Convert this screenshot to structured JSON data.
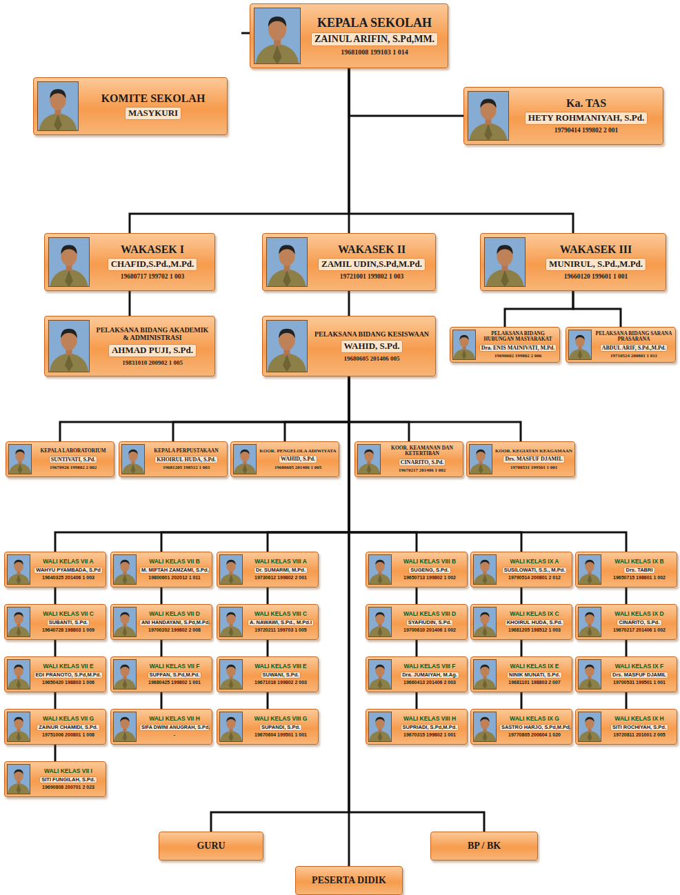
{
  "diagram": {
    "nodes": [
      {
        "text": [
          "KEPALA SEKOLAH",
          "ZAINUL ARIFIN, S.Pd,MM.",
          "19681008 199103 1 014"
        ]
      },
      {
        "text": [
          "KOMITE SEKOLAH",
          "MASYKURI"
        ]
      },
      {
        "text": [
          "Ka. TAS",
          "HETY ROHMANIYAH, S.Pd.",
          "19790414 199802 2 001"
        ]
      },
      {
        "text": [
          "WAKASEK I",
          "CHAFID,S.Pd.,M.Pd.",
          "19680717 199702 1 003"
        ]
      },
      {
        "text": [
          "WAKASEK II",
          "ZAMIL UDIN,S.Pd,M.Pd.",
          "19721001 199802 1 003"
        ]
      },
      {
        "text": [
          "WAKASEK III",
          "MUNIRUL, S.Pd.,M.Pd.",
          "19660120 199601 1 001"
        ]
      },
      {
        "text": [
          "PELAKSANA BIDANG AKADEMIK & ADMINISTRASI",
          "AHMAD PUJI, S.Pd.",
          "19831010 200902 1 005"
        ]
      },
      {
        "text": [
          "PELAKSANA BIDANG KESISWAAN",
          "WAHID, S.Pd.",
          "19680605 201406 005"
        ]
      },
      {
        "text": [
          "PELAKSANA BIDANG HUBUNGAN MASYARAKAT",
          "Dra. ENIS MAINIVATI, M.Pd.",
          "19690602 199802 2 006"
        ]
      },
      {
        "text": [
          "PELAKSANA BIDANG SARANA PRASARANA",
          "ABDUL ARIF, S.Pd.,M.Pd.",
          "19710524 200801 1 011"
        ]
      },
      {
        "text": [
          "KEPALA LABORATORIUM",
          "SUNTIVATI, S.Pd.",
          "19670926 199802 2 002"
        ]
      },
      {
        "text": [
          "KEPALA PERPUSTAKAAN",
          "KHOIRUL HUDA, S.Pd.",
          "19681205 198512 1 003"
        ]
      },
      {
        "text": [
          "KOOR. PENGELOLA ADIWIYATA",
          "WAHID, S.Pd.",
          "19680605 201406 1 005"
        ]
      },
      {
        "text": [
          "KOOR. KEAMANAN DAN KETERTIBAN",
          "CINARITO, S.Pd.",
          "19670217 201406 1 002"
        ]
      },
      {
        "text": [
          "KOOR. KEGIATAN KEAGAMAAN",
          "Drs. MASFUF DJAMIL",
          "19700531 199501 1 001"
        ]
      },
      {
        "text": [
          "WALI KELAS VII A",
          "WAHYU PYAMBADA, S.Pd",
          "19640325 201406 1 003"
        ]
      },
      {
        "text": [
          "WALI KELAS VII B",
          "M. MIFTAH ZAMZAMI, S.Pd.",
          "19800601 202012 1 011"
        ]
      },
      {
        "text": [
          "WALI KELAS VIII A",
          "Dr. SUMARMI, M.Pd.",
          "19730612 199802 2 001"
        ]
      },
      {
        "text": [
          "WALI KELAS VIII B",
          "SUGENG, S.Pd.",
          "19650713 199802 1 002"
        ]
      },
      {
        "text": [
          "WALI KELAS IX A",
          "SUSILOWATI, S.S., M.Pd.",
          "19790514 200801 2 012"
        ]
      },
      {
        "text": [
          "WALI KELAS IX B",
          "Drs. TABRI",
          "19650715 198601 1 002"
        ]
      },
      {
        "text": [
          "WALI KELAS VII C",
          "SUBANTI, S.Pd.",
          "19640728 198803 1 009"
        ]
      },
      {
        "text": [
          "WALI KELAS VII D",
          "ANI HANDAYANI, S.Pd,M.Pd.",
          "19700202 199802 2 008"
        ]
      },
      {
        "text": [
          "WALI KELAS VIII C",
          "A. NAWAWI, S.Pd., M.Pd.I",
          "19720211 199703 1 005"
        ]
      },
      {
        "text": [
          "WALI KELAS VIII D",
          "SYAFIUDIN, S.Pd.",
          "19700610 201406 1 002"
        ]
      },
      {
        "text": [
          "WALI KELAS IX C",
          "KHOIRUL HUDA, S.Pd.",
          "19681205 198512 1 003"
        ]
      },
      {
        "text": [
          "WALI KELAS IX D",
          "CINARITO, S.Pd.",
          "19670217 201406 1 002"
        ]
      },
      {
        "text": [
          "WALI KELAS VII E",
          "EDI PRANOTO, S.Pd,M.Pd.",
          "19650420 198803 1 006"
        ]
      },
      {
        "text": [
          "WALI KELAS VII F",
          "SUFFAN, S.Pd,M.Pd.",
          "19680425 199802 1 001"
        ]
      },
      {
        "text": [
          "WALI KELAS VIII E",
          "SUWANI, S.Pd.",
          "19671016 199802 2 003"
        ]
      },
      {
        "text": [
          "WALI KELAS VIII F",
          "Dra. JUMAIYAH, M.Ag.",
          "19660413 201406 2 003"
        ]
      },
      {
        "text": [
          "WALI KELAS IX E",
          "NINIK MUNATI, S.Pd.",
          "19681101 198803 2 007"
        ]
      },
      {
        "text": [
          "WALI KELAS IX F",
          "Drs. MASFUF DJAMIL",
          "19700531 199501 1 001"
        ]
      },
      {
        "text": [
          "WALI KELAS VII G",
          "ZAINUR CHAMIDI, S.Pd.",
          "19751006 200801 1 008"
        ]
      },
      {
        "text": [
          "WALI KELAS VII H",
          "SIFA DWINI ANUGRAH, S.Pd.",
          "-"
        ]
      },
      {
        "text": [
          "WALI KELAS VIII G",
          "SUPANDI, S.Pd.",
          "19670604 199501 1 001"
        ]
      },
      {
        "text": [
          "WALI KELAS VIII H",
          "SUPRIADI, S.Pd,M.Pd.",
          "19670315 199802 1 001"
        ]
      },
      {
        "text": [
          "WALI KELAS IX G",
          "SASTRO HARJO, S.Pd,M.Pd.",
          "19770805 200604 1 020"
        ]
      },
      {
        "text": [
          "WALI KELAS IX H",
          "SITI ROCHIYAH, S.Pd.",
          "19720811 201001 2 005"
        ]
      },
      {
        "text": [
          "WALI KELAS VII I",
          "SITI FUNGILAH, S.Pd.",
          "19690808 200701 2 023"
        ]
      },
      {
        "text": [
          "GURU"
        ]
      },
      {
        "text": [
          "BP / BK"
        ]
      },
      {
        "text": [
          "PESERTA DIDIK"
        ]
      }
    ],
    "edges": [
      {
        "from": 0,
        "to": 2,
        "arrow": "none"
      },
      {
        "from": 0,
        "to": 3,
        "arrow": "none"
      },
      {
        "from": 0,
        "to": 4,
        "arrow": "none"
      },
      {
        "from": 0,
        "to": 5,
        "arrow": "none"
      },
      {
        "from": 3,
        "to": 6,
        "arrow": "none"
      },
      {
        "from": 4,
        "to": 7,
        "arrow": "none"
      },
      {
        "from": 5,
        "to": 8,
        "arrow": "none"
      },
      {
        "from": 5,
        "to": 9,
        "arrow": "none"
      },
      {
        "from": 7,
        "to": 10,
        "arrow": "none"
      },
      {
        "from": 7,
        "to": 11,
        "arrow": "none"
      },
      {
        "from": 7,
        "to": 12,
        "arrow": "none"
      },
      {
        "from": 7,
        "to": 13,
        "arrow": "none"
      },
      {
        "from": 7,
        "to": 14,
        "arrow": "none"
      },
      {
        "from": 7,
        "to": 15,
        "arrow": "none"
      },
      {
        "from": 7,
        "to": 16,
        "arrow": "none"
      },
      {
        "from": 7,
        "to": 17,
        "arrow": "none"
      },
      {
        "from": 7,
        "to": 18,
        "arrow": "none"
      },
      {
        "from": 7,
        "to": 19,
        "arrow": "none"
      },
      {
        "from": 7,
        "to": 20,
        "arrow": "none"
      },
      {
        "from": 15,
        "to": 21,
        "arrow": "none"
      },
      {
        "from": 21,
        "to": 27,
        "arrow": "none"
      },
      {
        "from": 27,
        "to": 33,
        "arrow": "none"
      },
      {
        "from": 33,
        "to": 39,
        "arrow": "none"
      },
      {
        "from": 16,
        "to": 22,
        "arrow": "none"
      },
      {
        "from": 22,
        "to": 28,
        "arrow": "none"
      },
      {
        "from": 28,
        "to": 34,
        "arrow": "none"
      },
      {
        "from": 17,
        "to": 23,
        "arrow": "none"
      },
      {
        "from": 23,
        "to": 29,
        "arrow": "none"
      },
      {
        "from": 29,
        "to": 35,
        "arrow": "none"
      },
      {
        "from": 18,
        "to": 24,
        "arrow": "none"
      },
      {
        "from": 24,
        "to": 30,
        "arrow": "none"
      },
      {
        "from": 30,
        "to": 36,
        "arrow": "none"
      },
      {
        "from": 19,
        "to": 25,
        "arrow": "none"
      },
      {
        "from": 25,
        "to": 31,
        "arrow": "none"
      },
      {
        "from": 31,
        "to": 37,
        "arrow": "none"
      },
      {
        "from": 20,
        "to": 26,
        "arrow": "none"
      },
      {
        "from": 26,
        "to": 32,
        "arrow": "none"
      },
      {
        "from": 32,
        "to": 38,
        "arrow": "none"
      },
      {
        "from": 7,
        "to": 40,
        "arrow": "none"
      },
      {
        "from": 7,
        "to": 41,
        "arrow": "none"
      },
      {
        "from": 7,
        "to": 42,
        "arrow": "none"
      }
    ]
  }
}
